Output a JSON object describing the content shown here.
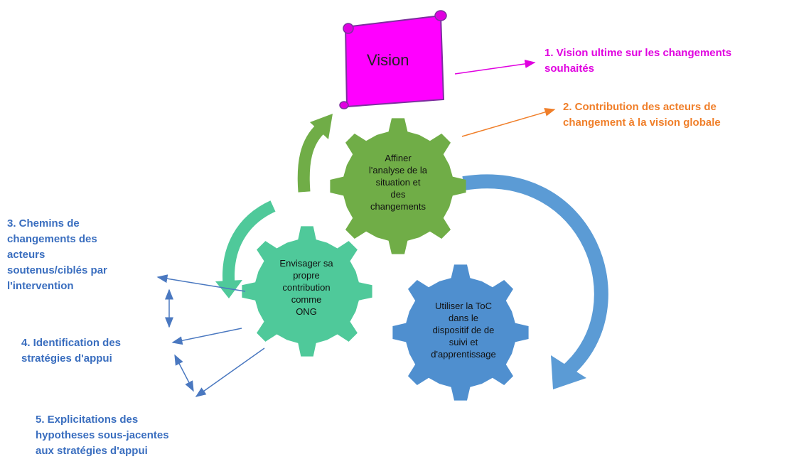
{
  "vision": {
    "label": "Vision"
  },
  "gears": {
    "top": {
      "lines": [
        "Affiner",
        "l'analyse de la",
        "situation et",
        "des",
        "changements"
      ]
    },
    "left": {
      "lines": [
        "Envisager sa",
        "propre",
        "contribution",
        "comme",
        "ONG"
      ]
    },
    "right": {
      "lines": [
        "Utiliser la ToC",
        "dans le",
        "dispositif de de",
        "suivi et",
        "d'apprentissage"
      ]
    }
  },
  "labels": {
    "l1": {
      "lines": [
        "1. Vision ultime sur les changements",
        "souhaités"
      ],
      "color": "#e000e0"
    },
    "l2": {
      "lines": [
        "2. Contribution des acteurs de",
        "changement à la vision globale"
      ],
      "color": "#f07f2a"
    },
    "l3": {
      "lines": [
        "3. Chemins de",
        "changements des",
        "acteurs",
        "soutenus/ciblés par",
        "l'intervention"
      ],
      "color": "#3a6ebf"
    },
    "l4": {
      "lines": [
        "4. Identification des",
        "stratégies d'appui"
      ],
      "color": "#3a6ebf"
    },
    "l5": {
      "lines": [
        "5. Explicitations des",
        "hypotheses sous-jacentes",
        "aux stratégies d'appui"
      ],
      "color": "#3a6ebf"
    }
  },
  "colors": {
    "vision_fill": "#ff00ff",
    "vision_edge": "#7d2f9e",
    "gear_green": "#70ad47",
    "gear_green_light": "#4fc99a",
    "gear_blue": "#4f8fcf",
    "arrow_blue": "#5b9bd5",
    "arrow_green": "#70ad47",
    "arrow_teal": "#4fc99a"
  }
}
